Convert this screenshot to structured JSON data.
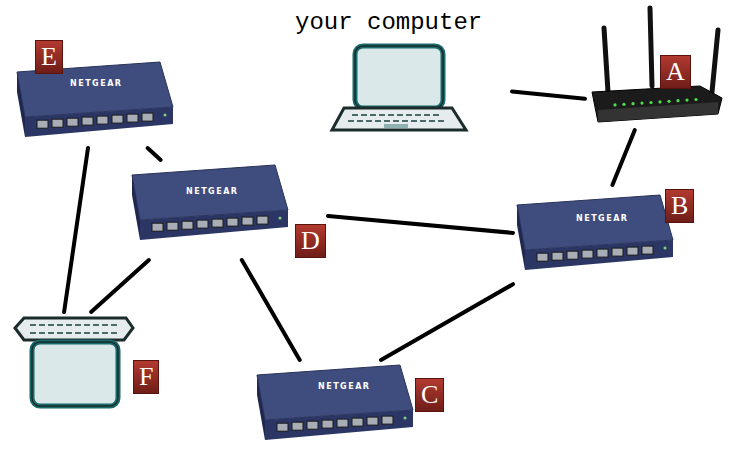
{
  "diagram": {
    "nodes": [
      {
        "text": [
          "your computer"
        ]
      },
      {
        "text": [
          "A"
        ]
      },
      {
        "text": [
          "E"
        ]
      },
      {
        "text": [
          "D"
        ]
      },
      {
        "text": [
          "B"
        ]
      },
      {
        "text": [
          "F"
        ]
      },
      {
        "text": [
          "C"
        ]
      }
    ],
    "edges": [
      {
        "from": 0,
        "to": 1,
        "arrow": "none"
      },
      {
        "from": 1,
        "to": 4,
        "arrow": "none"
      },
      {
        "from": 4,
        "to": 3,
        "arrow": "none"
      },
      {
        "from": 2,
        "to": 3,
        "arrow": "none"
      },
      {
        "from": 3,
        "to": 5,
        "arrow": "none"
      },
      {
        "from": 2,
        "to": 5,
        "arrow": "none"
      },
      {
        "from": 3,
        "to": 6,
        "arrow": "none"
      },
      {
        "from": 4,
        "to": 6,
        "arrow": "none"
      }
    ],
    "labels": [
      "NETGEAR",
      "NETGEAR",
      "NETGEAR",
      "NETGEAR"
    ]
  }
}
